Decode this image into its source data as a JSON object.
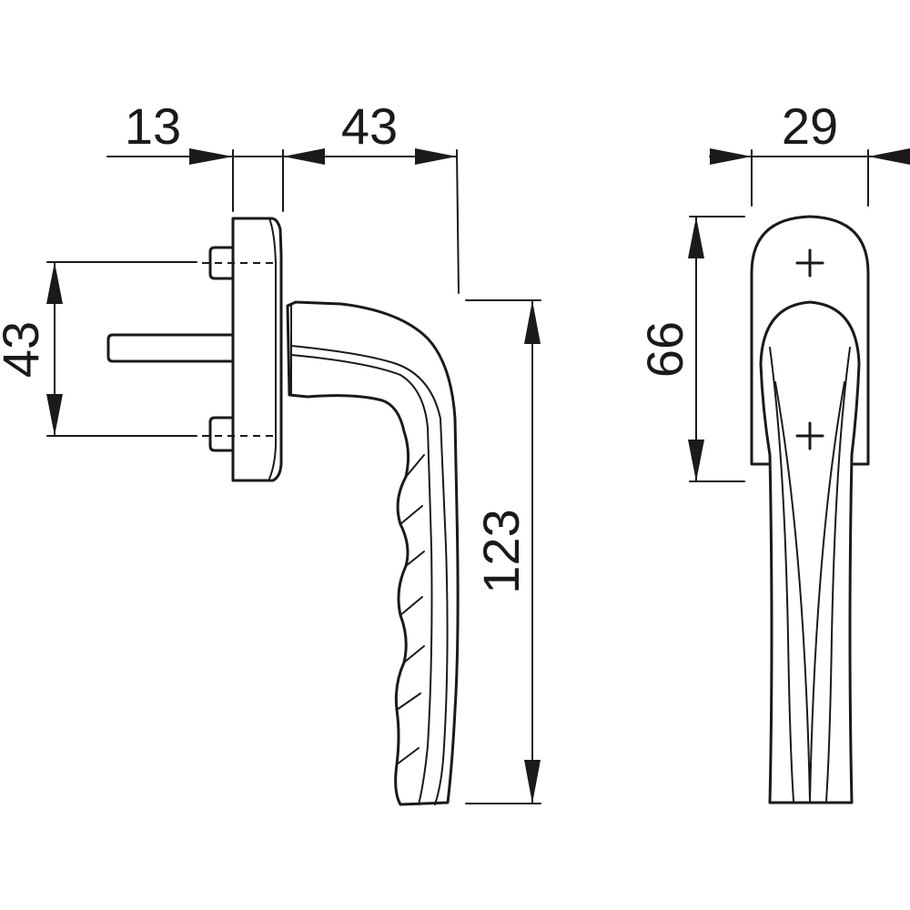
{
  "dimensions": {
    "spindle_length": "13",
    "rose_to_grip": "43",
    "side_width": "29",
    "screw_spacing": "43",
    "total_height": "123",
    "rose_height": "66"
  }
}
